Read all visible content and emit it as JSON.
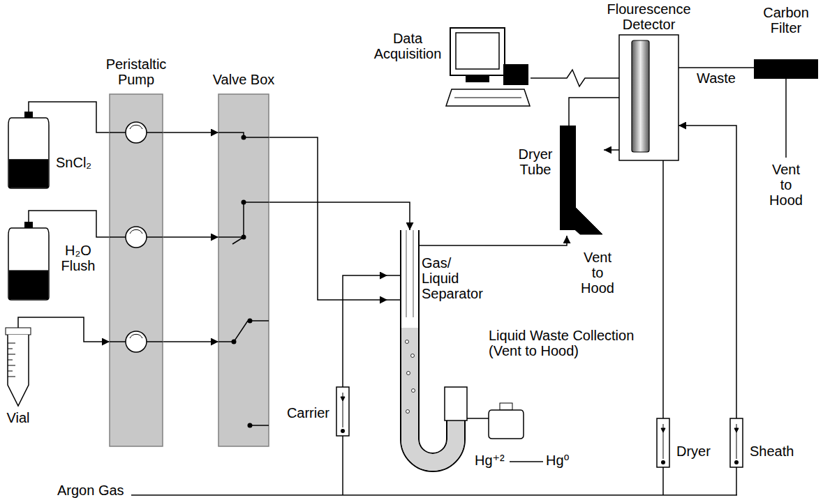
{
  "diagram": {
    "nodes": [
      {
        "text": [
          "SnCl₂"
        ]
      },
      {
        "text": [
          "H₂O Flush"
        ]
      },
      {
        "text": [
          "Vial"
        ]
      },
      {
        "text": [
          "Peristaltic Pump"
        ]
      },
      {
        "text": [
          "Valve Box"
        ]
      },
      {
        "text": [
          "Gas/ Liquid Separator"
        ]
      },
      {
        "text": [
          "Liquid Waste Collection (Vent to Hood)"
        ]
      },
      {
        "text": [
          "Dryer Tube"
        ]
      },
      {
        "text": [
          "Flourescence Detector"
        ]
      },
      {
        "text": [
          "Carbon Filter"
        ]
      },
      {
        "text": [
          "Data Acquisition"
        ]
      },
      {
        "text": [
          "Carrier"
        ]
      },
      {
        "text": [
          "Dryer"
        ]
      },
      {
        "text": [
          "Sheath"
        ]
      }
    ],
    "edges": [
      {
        "from": 0,
        "to": 3,
        "arrow": "none"
      },
      {
        "from": 1,
        "to": 3,
        "arrow": "none"
      },
      {
        "from": 2,
        "to": 3,
        "arrow": "to"
      },
      {
        "from": 3,
        "to": 4,
        "arrow": "to"
      },
      {
        "from": 3,
        "to": 4,
        "arrow": "to"
      },
      {
        "from": 3,
        "to": 4,
        "arrow": "to"
      },
      {
        "from": 4,
        "to": 5,
        "arrow": "to"
      },
      {
        "from": 4,
        "to": 5,
        "arrow": "to"
      },
      {
        "from": 11,
        "to": 5,
        "arrow": "to"
      },
      {
        "from": 5,
        "to": 7,
        "arrow": "to"
      },
      {
        "from": 7,
        "to": 8,
        "arrow": "none"
      },
      {
        "from": 12,
        "to": 7,
        "arrow": "to"
      },
      {
        "from": 13,
        "to": 8,
        "arrow": "to"
      },
      {
        "from": 8,
        "to": 9,
        "label": "Waste",
        "arrow": "none"
      },
      {
        "from": 10,
        "to": 8,
        "arrow": "none"
      },
      {
        "from": 5,
        "to": 6,
        "arrow": "none"
      }
    ],
    "labels": [
      "Vent to Hood",
      "Vent to Hood",
      "Hg⁺²",
      "Hg⁰",
      "Argon Gas"
    ]
  }
}
